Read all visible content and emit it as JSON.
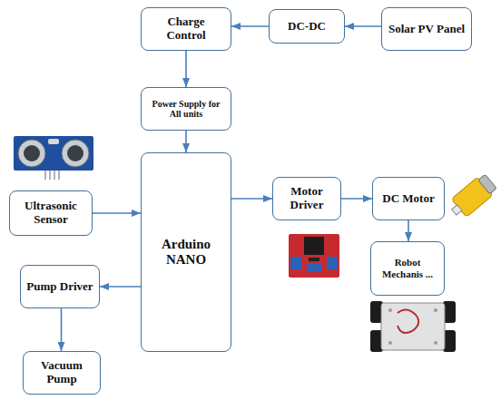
{
  "diagram": {
    "nodes": [
      {
        "text": [
          "Charge Control"
        ]
      },
      {
        "text": [
          "DC-DC"
        ]
      },
      {
        "text": [
          "Solar PV Panel"
        ]
      },
      {
        "text": [
          "Power Supply for All units"
        ]
      },
      {
        "text": [
          "Ultrasonic Sensor"
        ]
      },
      {
        "text": [
          "Arduino NANO"
        ]
      },
      {
        "text": [
          "Motor Driver"
        ]
      },
      {
        "text": [
          "DC Motor"
        ]
      },
      {
        "text": [
          "Pump Driver"
        ]
      },
      {
        "text": [
          "Robot Mechanis ..."
        ]
      },
      {
        "text": [
          "Vacuum Pump"
        ]
      }
    ],
    "edges": [
      {
        "from": 2,
        "to": 1,
        "arrow": "to"
      },
      {
        "from": 1,
        "to": 0,
        "arrow": "to"
      },
      {
        "from": 0,
        "to": 3,
        "arrow": "to"
      },
      {
        "from": 3,
        "to": 5,
        "arrow": "to"
      },
      {
        "from": 4,
        "to": 5,
        "arrow": "to"
      },
      {
        "from": 5,
        "to": 6,
        "arrow": "to"
      },
      {
        "from": 6,
        "to": 7,
        "arrow": "to"
      },
      {
        "from": 7,
        "to": 9,
        "arrow": "to"
      },
      {
        "from": 5,
        "to": 8,
        "arrow": "to"
      },
      {
        "from": 8,
        "to": 10,
        "arrow": "to"
      }
    ]
  }
}
